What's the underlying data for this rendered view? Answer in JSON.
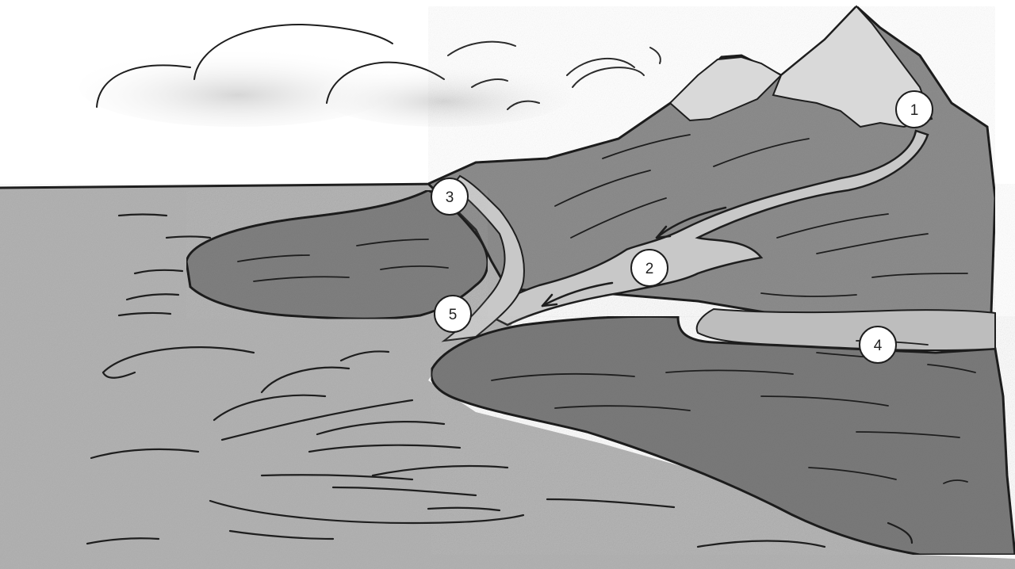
{
  "markers": [
    {
      "label": "1"
    },
    {
      "label": "2"
    },
    {
      "label": "3"
    },
    {
      "label": "4"
    },
    {
      "label": "5"
    }
  ],
  "colors": {
    "sky": "#ffffff",
    "sea": "#b2b2b2",
    "land": "#8c8c8c",
    "land_dark": "#6f6f6f",
    "snow": "#d9d9d9",
    "river": "#c8c8c8",
    "ink": "#1e1e1e"
  }
}
